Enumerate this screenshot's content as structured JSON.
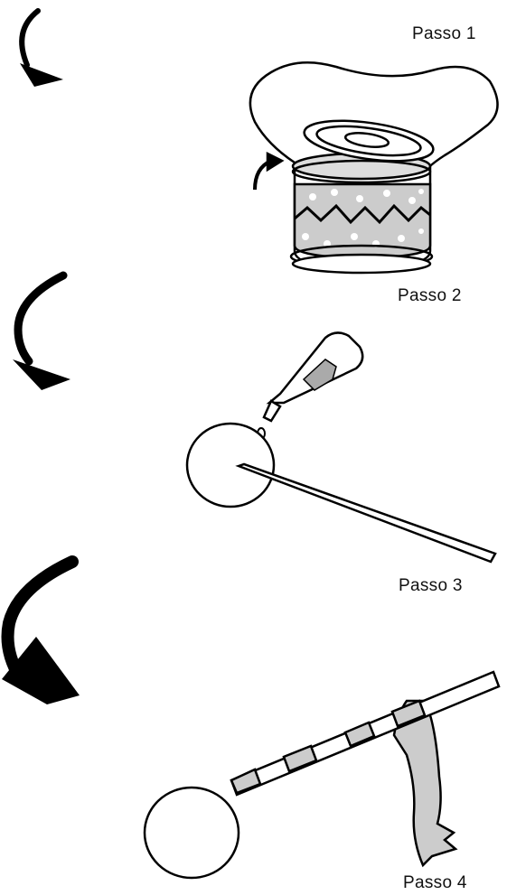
{
  "steps": [
    {
      "label": "Passo 1"
    },
    {
      "label": "Passo 2"
    },
    {
      "label": "Passo 3"
    },
    {
      "label": "Passo 4"
    }
  ],
  "icons": [
    "curved-arrow-icon",
    "curved-arrow-icon",
    "curved-arrow-icon",
    "tin-can-with-cloth-icon",
    "glue-bottle-icon",
    "ball-on-stick-icon",
    "ribbon-icon"
  ],
  "colors": {
    "line": "#000000",
    "fill_gray": "#cccccc",
    "background": "#ffffff"
  }
}
